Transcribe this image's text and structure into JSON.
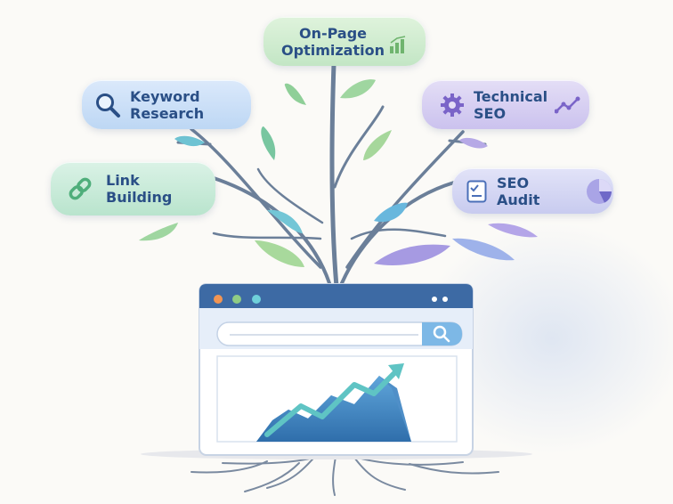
{
  "nodes": {
    "on_page": {
      "label": "On-Page\nOptimization",
      "icon": "bar-chart-icon"
    },
    "keyword": {
      "label": "Keyword\nResearch",
      "icon": "magnifier-icon"
    },
    "technical": {
      "label": "Technical\nSEO",
      "icon": "gear-trend-icon"
    },
    "link": {
      "label": "Link\nBuilding",
      "icon": "chain-link-icon"
    },
    "audit": {
      "label": "SEO Audit",
      "icon": "checklist-pie-icon"
    }
  },
  "browser": {
    "icons": [
      "window-dots-icon",
      "search-icon",
      "growth-chart-icon"
    ]
  },
  "colors": {
    "text": "#2a4f86",
    "browser_bar": "#3d6aa4",
    "branch": "#6b7f99",
    "chart_fill": "#4f8fc8",
    "arrow": "#5fc4c4"
  }
}
